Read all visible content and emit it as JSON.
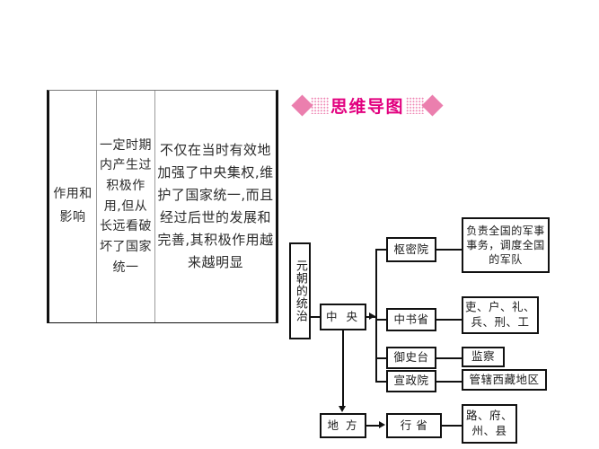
{
  "table": {
    "label_cell": "作用和影响",
    "middle_cell": "一定时期内产生过积极作用,但从长远看破坏了国家统一",
    "main_cell": "不仅在当时有效地加强了中央集权,维护了国家统一,而且经过后世的发展和完善,其积极作用越来越明显"
  },
  "mindmap": {
    "title": "思维导图",
    "title_color": "#e2007f",
    "decor_color": "#eb7fae",
    "root": "元朝的统治",
    "nodes": {
      "central": "中 央",
      "local": "地 方",
      "shumiyuan": "枢密院",
      "zhongshusheng": "中书省",
      "yushitai": "御史台",
      "xuanzhengyuan": "宣政院",
      "xingsheng": "行 省"
    },
    "descriptions": {
      "shumiyuan": "负责全国的军事事务，调度全国的军队",
      "zhongshusheng": "吏、户、礼、兵、刑、工",
      "yushitai": "监察",
      "xuanzhengyuan": "管辖西藏地区",
      "xingsheng": "路、府、州、县"
    }
  }
}
